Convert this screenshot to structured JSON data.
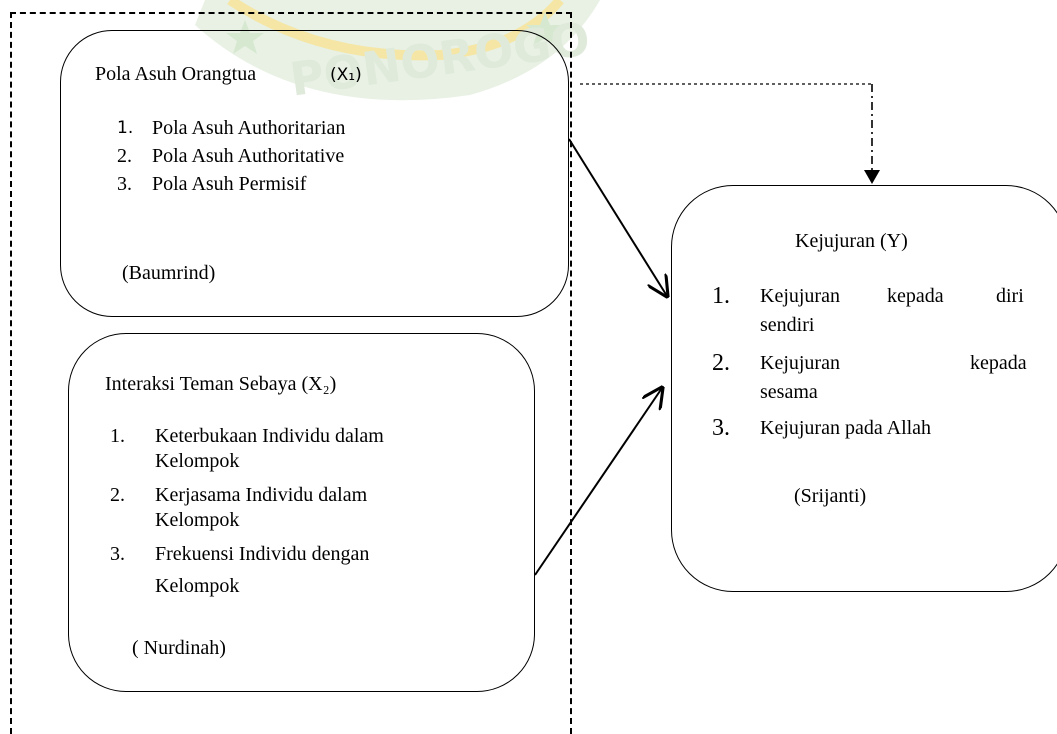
{
  "watermark": {
    "text": "PONOROGO"
  },
  "box_x1": {
    "title_main": "Pola Asuh Orangtua",
    "title_var": "(X₁)",
    "items": [
      {
        "num": "1.",
        "label": "Pola Asuh Authoritarian"
      },
      {
        "num": "2.",
        "label": "Pola Asuh Authoritative"
      },
      {
        "num": "3.",
        "label": "Pola Asuh Permisif"
      }
    ],
    "source": "(Baumrind)"
  },
  "box_x2": {
    "title": "Interaksi Teman Sebaya (X₂)",
    "items": [
      {
        "num": "1.",
        "line1": "Keterbukaan Individu dalam",
        "line2": "Kelompok"
      },
      {
        "num": "2.",
        "line1": "Kerjasama Individu dalam",
        "line2": "Kelompok"
      },
      {
        "num": "3.",
        "line1": "Frekuensi Individu dengan",
        "line2": "Kelompok"
      }
    ],
    "source": "( Nurdinah)"
  },
  "box_y": {
    "title": "Kejujuran (Y)",
    "items": [
      {
        "num": "1.",
        "w1": "Kejujuran",
        "w2": "kepada",
        "w3": "diri",
        "line2": "sendiri"
      },
      {
        "num": "2.",
        "w1": "Kejujuran",
        "w2": "kepada",
        "line2": "sesama"
      },
      {
        "num": "3.",
        "label": "Kejujuran pada Allah"
      }
    ],
    "source": "(Srijanti)"
  },
  "colors": {
    "watermark_green": "#2e7d32",
    "watermark_gold": "#e0b400",
    "line": "#000000"
  }
}
